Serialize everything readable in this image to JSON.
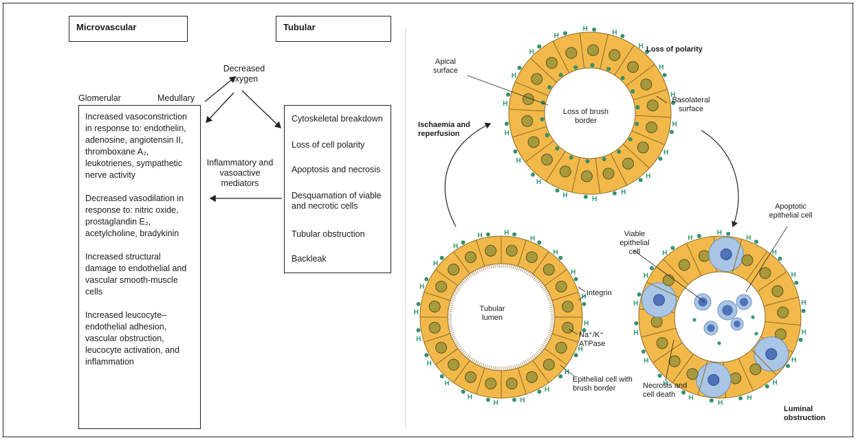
{
  "left_panel": {
    "microvascular_header": "Microvascular",
    "tubular_header": "Tubular",
    "decreased_oxygen": "Decreased oxygen",
    "glomerular_label": "Glomerular",
    "medullary_label": "Medullary",
    "microvascular_items": [
      "Increased vasoconstriction in response to: endothelin, adenosine, angiotensin II, thromboxane A₂, leukotrienes, sympathetic nerve activity",
      "Decreased vasodilation in response to: nitric oxide, prostaglandin E₂, acetylcholine, bradykinin",
      "Increased structural damage to endothelial and vascular smooth-muscle cells",
      "Increased leucocyte–endothelial adhesion, vascular obstruction, leucocyte activation, and inflammation"
    ],
    "inflammatory_mediators": "Inflammatory and vasoactive mediators",
    "tubular_items": [
      "Cytoskeletal breakdown",
      "Loss of cell polarity",
      "Apoptosis and necrosis",
      "Desquamation of viable and necrotic cells",
      "Tubular obstruction",
      "Backleak"
    ]
  },
  "right_panel": {
    "loss_of_polarity": "Loss of polarity",
    "apical_surface": "Apical surface",
    "basolateral_surface": "Basolateral surface",
    "loss_of_brush_border": "Loss of brush border",
    "ischaemia_reperfusion": "Ischaemia and reperfusion",
    "tubular_lumen": "Tubular lumen",
    "integrin": "Integrin",
    "na_k_atpase": "Na⁺/K⁺ ATPase",
    "epithelial_brush_border": "Epithelial cell with brush border",
    "viable_epithelial_cell": "Viable epithelial cell",
    "apoptotic_epithelial_cell": "Apoptotic epithelial cell",
    "necrosis_cell_death": "Necrosis and cell death",
    "luminal_obstruction": "Luminal obstruction"
  },
  "colors": {
    "cell_fill": "#f2b94a",
    "cell_stroke": "#8a6a28",
    "nucleus": "#a89a3c",
    "marker": "#2f9a6e",
    "dead_cell": "#a9c6e6",
    "dead_nucleus": "#4f72b8"
  }
}
